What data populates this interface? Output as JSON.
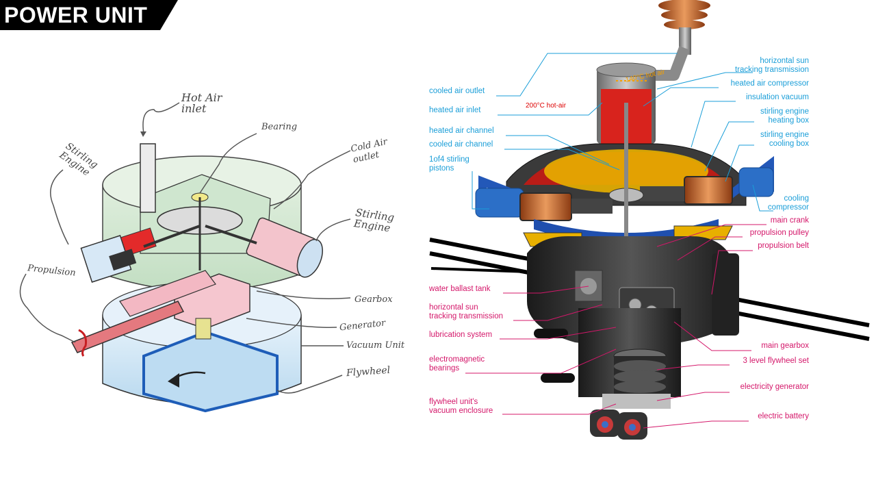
{
  "banner": {
    "title": "POWER UNIT",
    "bg": "#000000",
    "fg": "#ffffff"
  },
  "sketch": {
    "labels": {
      "hot_air_inlet": "Hot Air\ninlet",
      "bearing": "Bearing",
      "cold_air_outlet": "Cold Air\noutlet",
      "stirling_engine_left": "Stirling\nEngine",
      "stirling_engine_right": "Stirling\nEngine",
      "propulsion": "Propulsion",
      "gearbox": "Gearbox",
      "generator": "Generator",
      "vacuum_unit": "Vacuum Unit",
      "flywheel": "Flywheel"
    }
  },
  "render": {
    "colors": {
      "blue_labels": "#1a9ed8",
      "magenta_labels": "#d4176a"
    },
    "left_labels": {
      "cooled_air_outlet": "cooled air outlet",
      "heated_air_inlet": "heated air inlet",
      "heated_air_channel": "heated air channel",
      "cooled_air_channel": "cooled air channel",
      "stirling_pistons": "1of4 stirling\npistons",
      "water_ballast_tank": "water ballast tank",
      "horizontal_sun_tracking_left": "horizontal sun\ntracking transmission",
      "lubrication_system": "lubrication system",
      "electromagnetic_bearings": "electromagnetic\nbearings",
      "vacuum_enclosure": "flywheel unit's\nvacuum enclosure"
    },
    "right_labels": {
      "horizontal_sun_tracking_right": "horizontal sun\ntracking transmission",
      "heated_air_compressor": "heated air compressor",
      "insulation_vacuum": "insulation vacuum",
      "stirling_heating_box": "stirling engine\nheating box",
      "stirling_cooling_box": "stirling engine\ncooling box",
      "cooling_compressor": "cooling\ncompressor",
      "main_crank": "main crank",
      "propulsion_pulley": "propulsion pulley",
      "propulsion_belt": "propulsion belt",
      "main_gearbox": "main gearbox",
      "flywheel_set": "3 level flywheel set",
      "electricity_generator": "electricity generator",
      "electric_battery": "electric battery"
    },
    "annotations": {
      "hot_air_200": "200°C hot-air",
      "hot_air_140": "140°C hot air"
    }
  }
}
